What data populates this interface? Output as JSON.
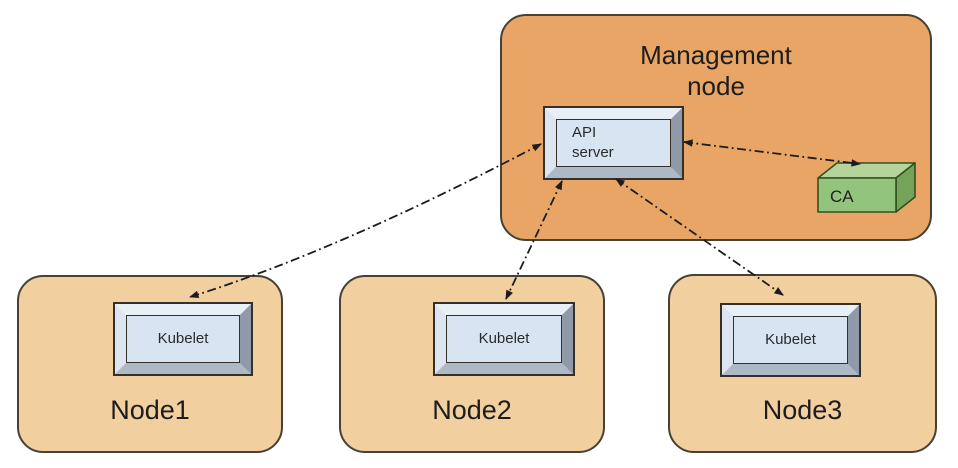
{
  "management_node": {
    "title": "Management\nnode",
    "api_server_label": "API\nserver",
    "ca_label": "CA"
  },
  "nodes": [
    {
      "name": "Node1",
      "component": "Kubelet"
    },
    {
      "name": "Node2",
      "component": "Kubelet"
    },
    {
      "name": "Node3",
      "component": "Kubelet"
    }
  ],
  "edges": [
    {
      "from": "API server",
      "to": "Kubelet (Node1)",
      "direction": "bidirectional",
      "line_style": "dash-dot"
    },
    {
      "from": "API server",
      "to": "Kubelet (Node2)",
      "direction": "bidirectional",
      "line_style": "dash-dot"
    },
    {
      "from": "API server",
      "to": "Kubelet (Node3)",
      "direction": "bidirectional",
      "line_style": "dash-dot"
    },
    {
      "from": "API server",
      "to": "CA",
      "direction": "bidirectional",
      "line_style": "dash-dot"
    }
  ],
  "colors": {
    "management_node_fill": "#e8a566",
    "worker_node_fill": "#f2cf9f",
    "node_border": "#474035",
    "component_fill": "#d9e4f2",
    "ca_front": "#93c47d",
    "ca_top": "#b4d49b",
    "ca_side": "#76a35a",
    "connector": "#1c1c1c"
  }
}
